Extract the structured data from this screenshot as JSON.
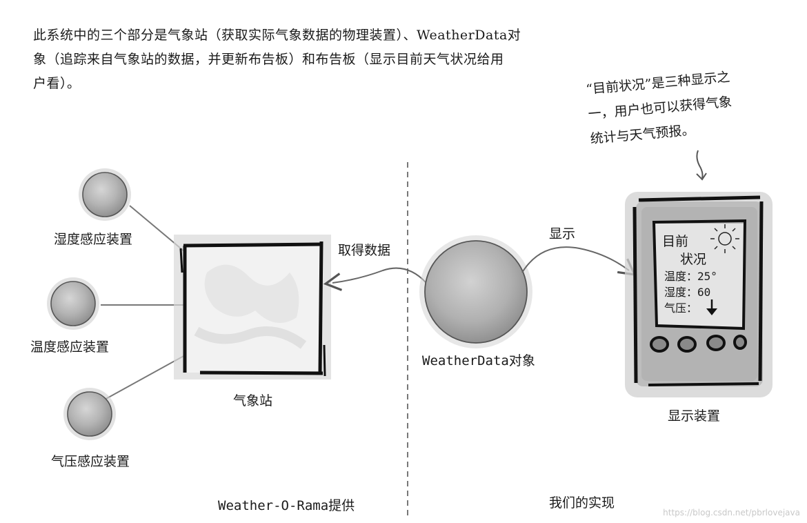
{
  "intro": {
    "lines": [
      "此系统中的三个部分是气象站（获取实际气象数据的物理装置）、WeatherData对",
      "象（追踪来自气象站的数据，并更新布告板）和布告板（显示目前天气状况给用",
      "户看）。"
    ]
  },
  "sensors": {
    "humidity": "湿度感应装置",
    "temperature": "温度感应装置",
    "pressure": "气压感应装置"
  },
  "station_label": "气象站",
  "pull_label": "取得数据",
  "weatherdata_label": "WeatherData对象",
  "display_arrow_label": "显示",
  "display_device_label": "显示装置",
  "note": {
    "lines": [
      "“目前状况”是三种显示之",
      "一，用户也可以获得气象",
      "统计与天气预报。"
    ]
  },
  "screen": {
    "title_line1": "目前",
    "title_line2": "状况",
    "temp": "温度：25°",
    "humidity": "湿度：60",
    "pressure": "气压："
  },
  "provider_label": "Weather-O-Rama提供",
  "our_part_label": "我们的实现",
  "watermark": "https://blog.csdn.net/pbrlovejava"
}
